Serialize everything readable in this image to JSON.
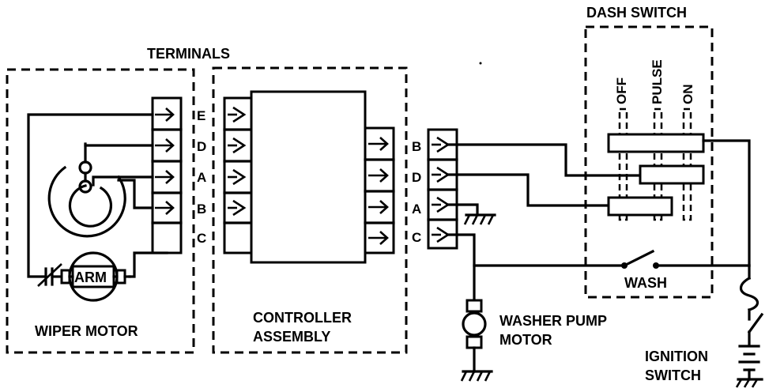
{
  "labels": {
    "terminals": "TERMINALS",
    "dash_switch": "DASH SWITCH",
    "wiper_motor": "WIPER MOTOR",
    "controller_line1": "CONTROLLER",
    "controller_line2": "ASSEMBLY",
    "washer_line1": "WASHER PUMP",
    "washer_line2": "MOTOR",
    "ignition_line1": "IGNITION",
    "ignition_line2": "SWITCH",
    "wash": "WASH",
    "arm": "ARM"
  },
  "switch_positions": [
    "OFF",
    "PULSE",
    "ON"
  ],
  "motor_terminals": [
    "E",
    "D",
    "A",
    "B",
    "C"
  ],
  "connector_terminals": [
    "B",
    "D",
    "A",
    "C"
  ]
}
